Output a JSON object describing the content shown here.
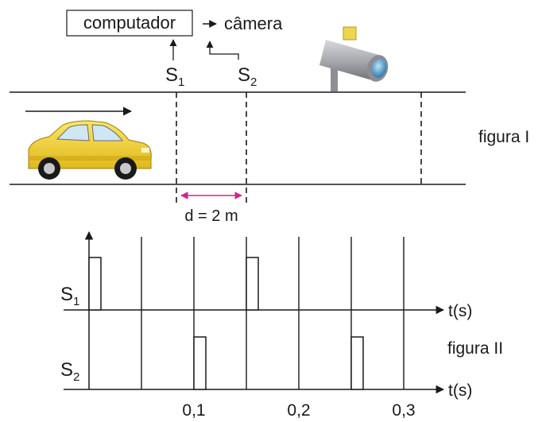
{
  "figure_one": {
    "computer_label": "computador",
    "camera_label": "câmera",
    "sensor1_letter": "S",
    "sensor1_sub": "1",
    "sensor2_letter": "S",
    "sensor2_sub": "2",
    "distance_label": "d = 2 m",
    "caption": "figura I"
  },
  "figure_two": {
    "row1_letter": "S",
    "row1_sub": "1",
    "row2_letter": "S",
    "row2_sub": "2",
    "axis1_label": "t(s)",
    "axis2_label": "t(s)",
    "tick_labels": [
      "0,1",
      "0,2",
      "0,3"
    ],
    "caption": "figura II"
  },
  "colors": {
    "car_body": "#f2d52a",
    "car_window": "#cfe6f5",
    "camera_body": "#a9aab0",
    "camera_lens": "#5aa7d6",
    "distance_arrow": "#d6228a",
    "ink": "#1a1a1a"
  },
  "icons": {
    "car": "yellow-car-icon",
    "camera": "speed-camera-icon"
  }
}
